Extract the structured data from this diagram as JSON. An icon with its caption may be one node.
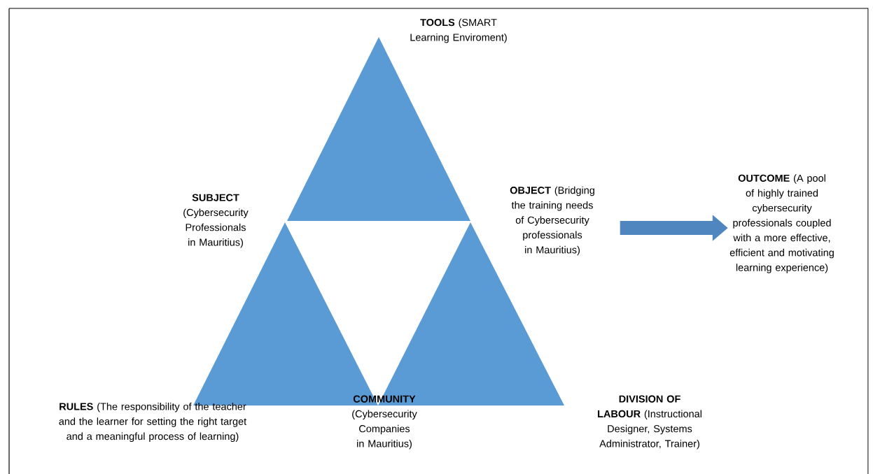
{
  "diagram": {
    "nodes": [
      {
        "text": [
          "**OBJECT** (Bridging the training needs of Cybersecurity professionals in Mauritius)"
        ]
      },
      {
        "text": [
          "**OUTCOME** (A pool of highly trained cybersecurity professionals coupled with a more effective, efficient and motivating learning experience)"
        ]
      }
    ],
    "edges": [
      {
        "from": 0,
        "to": 1,
        "arrow": "to"
      }
    ],
    "labels": [
      "**TOOLS** (SMART Learning Enviroment)",
      "**SUBJECT** (Cybersecurity Professionals in Mauritius)",
      "**RULES** (The responsibility of the teacher and the learner for setting the right target and a meaningful process of learning)",
      "**COMMUNITY** (Cybersecurity Companies in Mauritius)",
      "**DIVISION OF LABOUR** (Instructional Designer, Systems Administrator, Trainer)"
    ]
  }
}
